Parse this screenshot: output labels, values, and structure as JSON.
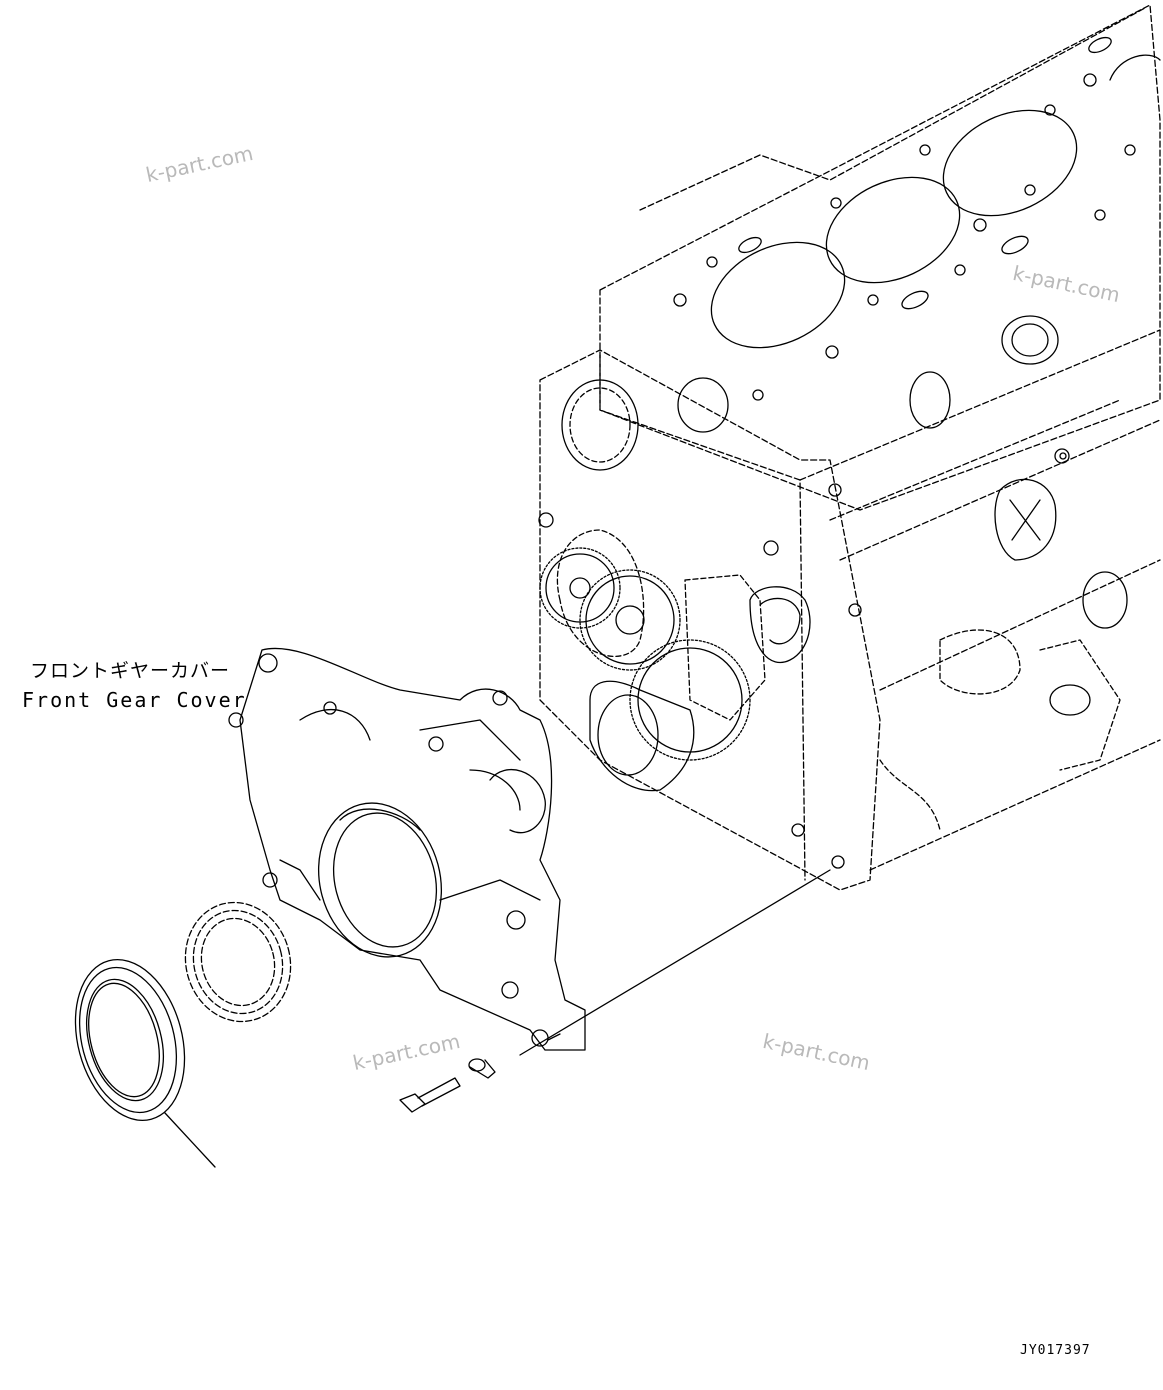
{
  "callout": {
    "jp": "フロントギヤーカバー",
    "en": "Front Gear Cover"
  },
  "drawing_code": "JY017397",
  "watermark": "k-part.com",
  "colors": {
    "line": "#000000",
    "watermark": "#b9b9b9"
  }
}
